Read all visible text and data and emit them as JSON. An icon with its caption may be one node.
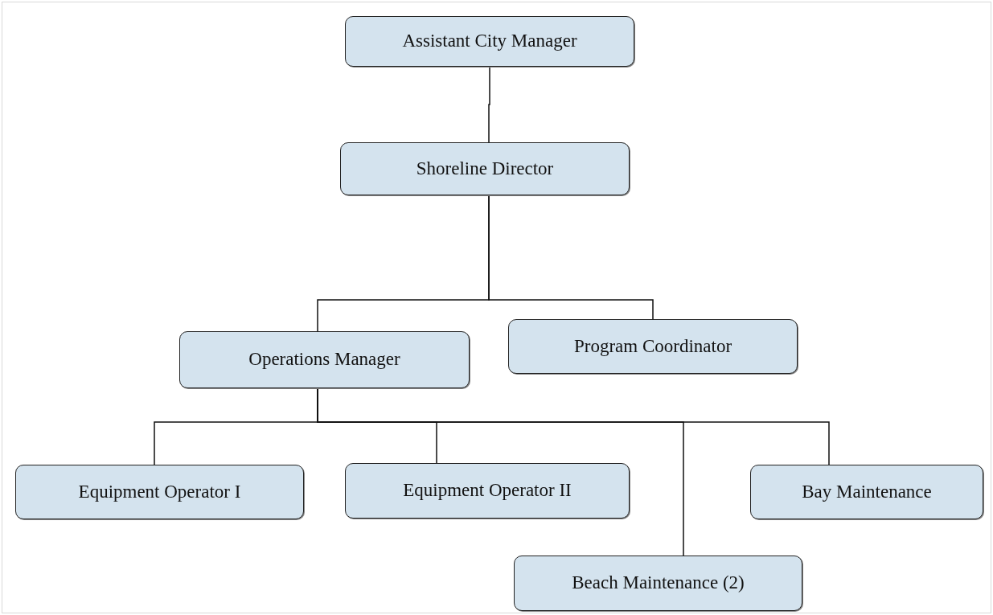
{
  "diagram": {
    "nodes": [
      {
        "text": [
          "Assistant City Manager"
        ]
      },
      {
        "text": [
          "Shoreline Director"
        ]
      },
      {
        "text": [
          "Operations Manager"
        ]
      },
      {
        "text": [
          "Program Coordinator"
        ]
      },
      {
        "text": [
          "Equipment Operator I"
        ]
      },
      {
        "text": [
          "Equipment Operator II"
        ]
      },
      {
        "text": [
          "Bay Maintenance"
        ]
      },
      {
        "text": [
          "Beach Maintenance (2)"
        ]
      }
    ],
    "edges": [
      {
        "from": 0,
        "to": 1,
        "arrow": "none"
      },
      {
        "from": 1,
        "to": 2,
        "arrow": "none"
      },
      {
        "from": 1,
        "to": 3,
        "arrow": "none"
      },
      {
        "from": 2,
        "to": 4,
        "arrow": "none"
      },
      {
        "from": 2,
        "to": 5,
        "arrow": "none"
      },
      {
        "from": 2,
        "to": 7,
        "arrow": "none"
      },
      {
        "from": 2,
        "to": 6,
        "arrow": "none"
      }
    ]
  }
}
